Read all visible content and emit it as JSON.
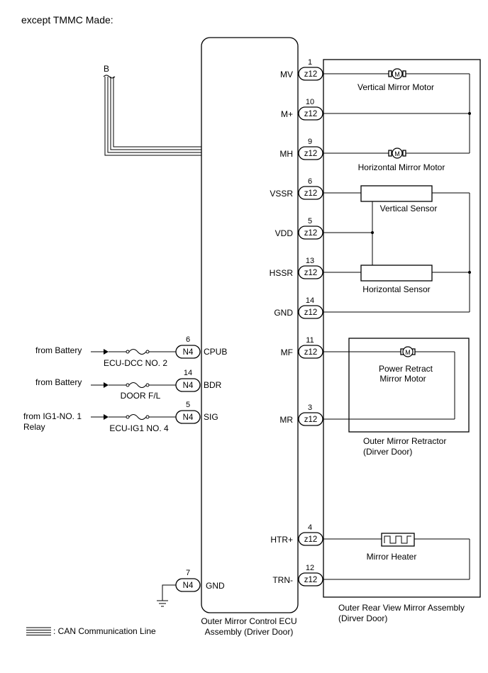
{
  "title": "except TMMC Made:",
  "bus_label": "B",
  "ecu": {
    "name_line1": "Outer Mirror Control ECU",
    "name_line2": "Assembly (Driver Door)"
  },
  "mirror_assembly": {
    "name_line1": "Outer Rear View Mirror Assembly",
    "name_line2": "(Dirver Door)"
  },
  "retractor": {
    "name_line1": "Outer Mirror Retractor",
    "name_line2": "(Dirver Door)"
  },
  "components": {
    "vertical_motor": "Vertical Mirror Motor",
    "horizontal_motor": "Horizontal Mirror Motor",
    "vertical_sensor": "Vertical Sensor",
    "horizontal_sensor": "Horizontal Sensor",
    "retract_motor_line1": "Power Retract",
    "retract_motor_line2": "Mirror Motor",
    "heater": "Mirror Heater",
    "motor_symbol": "M"
  },
  "right_pins": [
    {
      "num": "1",
      "conn": "z12",
      "label": "MV"
    },
    {
      "num": "10",
      "conn": "z12",
      "label": "M+"
    },
    {
      "num": "9",
      "conn": "z12",
      "label": "MH"
    },
    {
      "num": "6",
      "conn": "z12",
      "label": "VSSR"
    },
    {
      "num": "5",
      "conn": "z12",
      "label": "VDD"
    },
    {
      "num": "13",
      "conn": "z12",
      "label": "HSSR"
    },
    {
      "num": "14",
      "conn": "z12",
      "label": "GND"
    },
    {
      "num": "11",
      "conn": "z12",
      "label": "MF"
    },
    {
      "num": "3",
      "conn": "z12",
      "label": "MR"
    },
    {
      "num": "4",
      "conn": "z12",
      "label": "HTR+"
    },
    {
      "num": "12",
      "conn": "z12",
      "label": "TRN-"
    }
  ],
  "left_pins": [
    {
      "num": "6",
      "conn": "N4",
      "label": "CPUB",
      "source": "from Battery",
      "fuse": "ECU-DCC NO. 2"
    },
    {
      "num": "14",
      "conn": "N4",
      "label": "BDR",
      "source": "from Battery",
      "fuse": "DOOR F/L"
    },
    {
      "num": "5",
      "conn": "N4",
      "label": "SIG",
      "source_line1": "from IG1-NO. 1",
      "source_line2": "Relay",
      "fuse": "ECU-IG1 NO. 4"
    },
    {
      "num": "7",
      "conn": "N4",
      "label": "GND"
    }
  ],
  "legend": ": CAN Communication Line"
}
